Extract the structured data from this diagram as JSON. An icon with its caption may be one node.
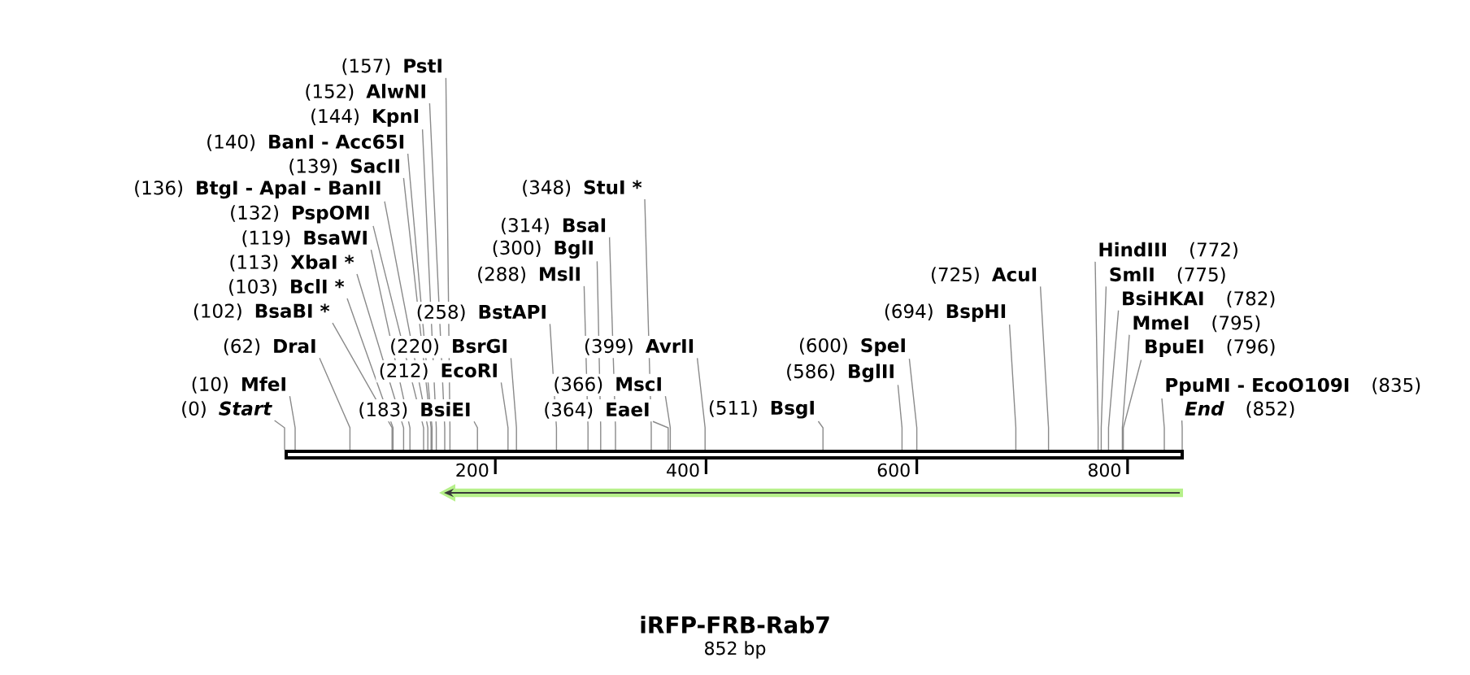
{
  "diagram": {
    "title": "iRFP-FRB-Rab7",
    "nodes": [
      {
        "text": [
          "(0)",
          "Start"
        ]
      },
      {
        "text": [
          "(10)",
          "MfeI"
        ]
      },
      {
        "text": [
          "(62)",
          "DraI"
        ]
      },
      {
        "text": [
          "(102)",
          "BsaBI *"
        ]
      },
      {
        "text": [
          "(103)",
          "BclI *"
        ]
      },
      {
        "text": [
          "(113)",
          "XbaI *"
        ]
      },
      {
        "text": [
          "(119)",
          "BsaWI"
        ]
      },
      {
        "text": [
          "(132)",
          "PspOMI"
        ]
      },
      {
        "text": [
          "(136)",
          "BtgI - ApaI - BanII"
        ]
      },
      {
        "text": [
          "(139)",
          "SacII"
        ]
      },
      {
        "text": [
          "(140)",
          "BanI - Acc65I"
        ]
      },
      {
        "text": [
          "(144)",
          "KpnI"
        ]
      },
      {
        "text": [
          "(152)",
          "AlwNI"
        ]
      },
      {
        "text": [
          "(157)",
          "PstI"
        ]
      },
      {
        "text": [
          "(183)",
          "BsiEI"
        ]
      },
      {
        "text": [
          "(212)",
          "EcoRI"
        ]
      },
      {
        "text": [
          "(220)",
          "BsrGI"
        ]
      },
      {
        "text": [
          "(258)",
          "BstAPI"
        ]
      },
      {
        "text": [
          "(288)",
          "MslI"
        ]
      },
      {
        "text": [
          "(300)",
          "BglI"
        ]
      },
      {
        "text": [
          "(314)",
          "BsaI"
        ]
      },
      {
        "text": [
          "(348)",
          "StuI *"
        ]
      },
      {
        "text": [
          "(364)",
          "EaeI"
        ]
      },
      {
        "text": [
          "(366)",
          "MscI"
        ]
      },
      {
        "text": [
          "(399)",
          "AvrII"
        ]
      },
      {
        "text": [
          "(511)",
          "BsgI"
        ]
      },
      {
        "text": [
          "(586)",
          "BglII"
        ]
      },
      {
        "text": [
          "(600)",
          "SpeI"
        ]
      },
      {
        "text": [
          "(694)",
          "BspHI"
        ]
      },
      {
        "text": [
          "(725)",
          "AcuI"
        ]
      },
      {
        "text": [
          "HindIII",
          "(772)"
        ]
      },
      {
        "text": [
          "SmlI",
          "(775)"
        ]
      },
      {
        "text": [
          "BsiHKAI",
          "(782)"
        ]
      },
      {
        "text": [
          "MmeI",
          "(795)"
        ]
      },
      {
        "text": [
          "BpuEI",
          "(796)"
        ]
      },
      {
        "text": [
          "PpuMI - EcoO109I",
          "(835)"
        ]
      },
      {
        "text": [
          "End",
          "(852)"
        ]
      },
      {
        "text": [],
        "shape": "bar"
      }
    ],
    "edges": [
      {
        "from": 0,
        "to": 37,
        "arrow": "none"
      },
      {
        "from": 1,
        "to": 37,
        "arrow": "none"
      },
      {
        "from": 2,
        "to": 37,
        "arrow": "none"
      },
      {
        "from": 3,
        "to": 37,
        "arrow": "none"
      },
      {
        "from": 4,
        "to": 37,
        "arrow": "none"
      },
      {
        "from": 5,
        "to": 37,
        "arrow": "none"
      },
      {
        "from": 6,
        "to": 37,
        "arrow": "none"
      },
      {
        "from": 7,
        "to": 37,
        "arrow": "none"
      },
      {
        "from": 8,
        "to": 37,
        "arrow": "none"
      },
      {
        "from": 9,
        "to": 37,
        "arrow": "none"
      },
      {
        "from": 10,
        "to": 37,
        "arrow": "none"
      },
      {
        "from": 11,
        "to": 37,
        "arrow": "none"
      },
      {
        "from": 12,
        "to": 37,
        "arrow": "none"
      },
      {
        "from": 13,
        "to": 37,
        "arrow": "none"
      },
      {
        "from": 14,
        "to": 37,
        "arrow": "none"
      },
      {
        "from": 15,
        "to": 37,
        "arrow": "none"
      },
      {
        "from": 16,
        "to": 37,
        "arrow": "none"
      },
      {
        "from": 17,
        "to": 37,
        "arrow": "none"
      },
      {
        "from": 18,
        "to": 37,
        "arrow": "none"
      },
      {
        "from": 19,
        "to": 37,
        "arrow": "none"
      },
      {
        "from": 20,
        "to": 37,
        "arrow": "none"
      },
      {
        "from": 21,
        "to": 37,
        "arrow": "none"
      },
      {
        "from": 22,
        "to": 37,
        "arrow": "none"
      },
      {
        "from": 23,
        "to": 37,
        "arrow": "none"
      },
      {
        "from": 24,
        "to": 37,
        "arrow": "none"
      },
      {
        "from": 25,
        "to": 37,
        "arrow": "none"
      },
      {
        "from": 26,
        "to": 37,
        "arrow": "none"
      },
      {
        "from": 27,
        "to": 37,
        "arrow": "none"
      },
      {
        "from": 28,
        "to": 37,
        "arrow": "none"
      },
      {
        "from": 29,
        "to": 37,
        "arrow": "none"
      },
      {
        "from": 30,
        "to": 37,
        "arrow": "none"
      },
      {
        "from": 31,
        "to": 37,
        "arrow": "none"
      },
      {
        "from": 32,
        "to": 37,
        "arrow": "none"
      },
      {
        "from": 33,
        "to": 37,
        "arrow": "none"
      },
      {
        "from": 34,
        "to": 37,
        "arrow": "none"
      },
      {
        "from": 35,
        "to": 37,
        "arrow": "none"
      },
      {
        "from": 36,
        "to": 37,
        "arrow": "none"
      }
    ],
    "labels": [
      "200",
      "400",
      "600",
      "800",
      "852 bp"
    ]
  }
}
